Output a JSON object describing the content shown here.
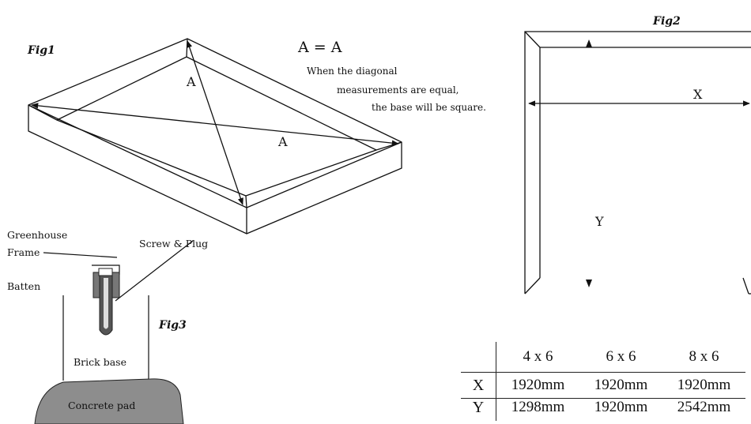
{
  "fig1": {
    "title": "Fig1",
    "equation": "A = A",
    "note_line1": "When the diagonal",
    "note_line2": "measurements are equal,",
    "note_line3": "the base will be square.",
    "diag_label_a1": "A",
    "diag_label_a2": "A"
  },
  "fig2": {
    "title": "Fig2",
    "label_x": "X",
    "label_y": "Y"
  },
  "fig3": {
    "title": "Fig3",
    "greenhouse_frame_line1": "Greenhouse",
    "greenhouse_frame_line2": "Frame",
    "screw_plug": "Screw & Plug",
    "batten": "Batten",
    "brick_base": "Brick base",
    "concrete_pad": "Concrete pad"
  },
  "size_table": {
    "headers": [
      "4 x 6",
      "6 x 6",
      "8 x 6"
    ],
    "rows": [
      {
        "label": "X",
        "values": [
          "1920mm",
          "1920mm",
          "1920mm"
        ]
      },
      {
        "label": "Y",
        "values": [
          "1298mm",
          "1920mm",
          "2542mm"
        ]
      }
    ]
  }
}
